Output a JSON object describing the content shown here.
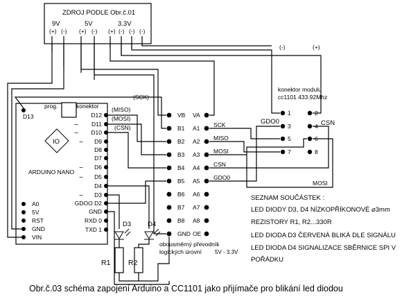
{
  "source": {
    "title": "ZDROJ PODLE Obr.č.01",
    "v9": "9V",
    "v5": "5V",
    "v33": "3.3V",
    "plus": "(+)",
    "minus": "(-)"
  },
  "module": {
    "title1": "konektor modulu",
    "title2": "cc1101 433.92Mhz",
    "minus": "(-)",
    "plus": "(+)",
    "csn": "CSN",
    "gdo0": "GDO0",
    "pins": [
      "1",
      "2",
      "3",
      "4",
      "5",
      "6",
      "7",
      "8"
    ]
  },
  "arduino": {
    "name": "ARDUINO NANO",
    "prog": "prog.",
    "konektor": "konektor",
    "io": "IO",
    "d13": "D13",
    "left_pins": [
      "A0",
      "5V",
      "RST",
      "GND",
      "VIN"
    ],
    "right_pins": [
      "D12",
      "D11",
      "D10",
      "D9",
      "D8",
      "D7",
      "D6",
      "D5",
      "D4",
      "D3",
      "GDOO D2",
      "GND",
      "RXD 0",
      "TXD 1"
    ],
    "tags": [
      "(SCK)",
      "(MISO)",
      "(MOSI)",
      "(CSN)"
    ],
    "pwm": "~"
  },
  "converter": {
    "left_pins": [
      "VB",
      "B1",
      "B2",
      "B3",
      "B4",
      "B5",
      "B6",
      "B7",
      "B8",
      "GND"
    ],
    "right_pins": [
      "VA",
      "A1",
      "A2",
      "A3",
      "A4",
      "A5",
      "A6",
      "A7",
      "A8",
      "OE"
    ],
    "line1": "obousměrný převodník",
    "line2": "logických úrovní",
    "voltage": "5V - 3.3V"
  },
  "signals": [
    "SCK",
    "MISO",
    "MOSI",
    "CSN",
    "GDO0",
    "MOSI"
  ],
  "parts": {
    "d3": "D3",
    "d4": "D4",
    "r1": "R1",
    "r2": "R2",
    "title": "SEZNAM SOUČÁSTEK :",
    "items": [
      "LED DIODY D3, D4 NÍZKOPŘÍKONOVÉ ⌀3mm",
      "REZISTORY R1, R2...330R",
      "LED DIODA D3   ČERVENÁ BLIKÁ DLE SIGNÁLU",
      "LED DIODA D4 SIGNALIZACE SBĚRNICE SPI V",
      "POŘÁDKU"
    ]
  },
  "caption": "Obr.č.03 schéma zapojení Arduino a CC1101 jako přijímače pro blikání led diodou"
}
